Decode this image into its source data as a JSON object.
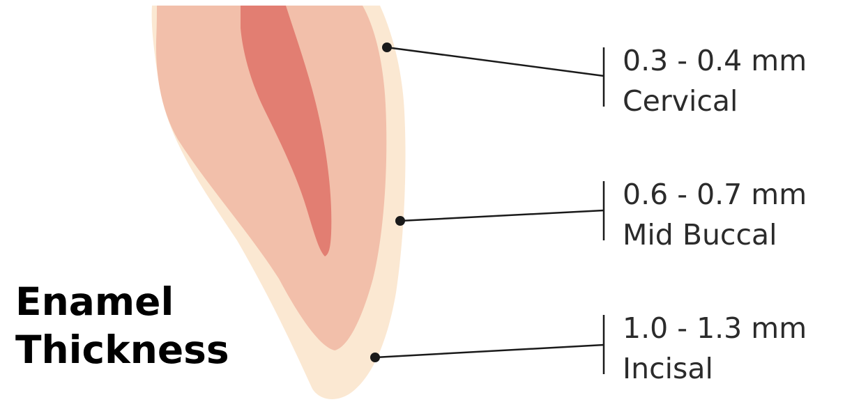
{
  "title": {
    "line1": "Enamel",
    "line2": "Thickness"
  },
  "colors": {
    "enamel": "#fbe8d2",
    "dentin": "#f2bfaa",
    "pulp": "#e27e72",
    "leader": "#1a1a1a",
    "text": "#2b2b2b"
  },
  "regions": [
    {
      "id": "cervical",
      "value": "0.3 - 0.4 mm",
      "name": "Cervical"
    },
    {
      "id": "midbuccal",
      "value": "0.6 - 0.7 mm",
      "name": "Mid Buccal"
    },
    {
      "id": "incisal",
      "value": "1.0 - 1.3 mm",
      "name": "Incisal"
    }
  ]
}
